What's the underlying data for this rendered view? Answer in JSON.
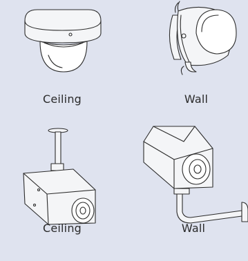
{
  "mounts": [
    {
      "label": "Ceiling",
      "icon": "dome-camera-ceiling-icon"
    },
    {
      "label": "Wall",
      "icon": "dome-camera-wall-icon"
    },
    {
      "label": "Ceiling",
      "icon": "box-camera-ceiling-icon"
    },
    {
      "label": "Wall",
      "icon": "box-camera-wall-icon"
    }
  ]
}
